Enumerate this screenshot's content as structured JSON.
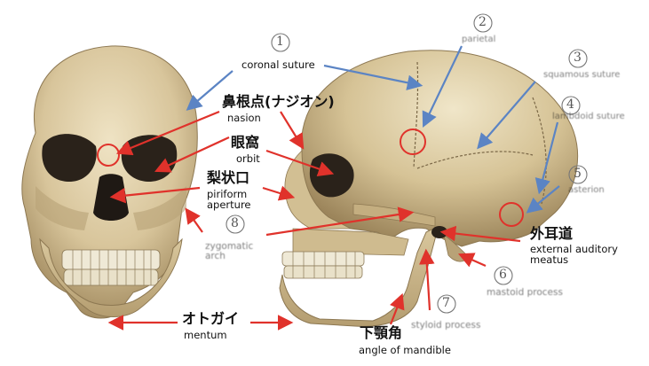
{
  "colors": {
    "bone_light": "#e8d9b4",
    "bone_mid": "#cdb789",
    "bone_dark": "#8a7651",
    "arrow_red": "#e0322b",
    "arrow_blue": "#5b84c4",
    "circle_red": "#e0322b",
    "number_gray": "#666666"
  },
  "numbers": [
    "1",
    "2",
    "3",
    "4",
    "5",
    "6",
    "7",
    "8"
  ],
  "labels": {
    "coronal_suture": "coronal suture",
    "parietal": "parietal",
    "squamous_suture": "squamous suture",
    "lambdoid_suture": "lambdoid suture",
    "asterion": "asterion",
    "nasion_jp": "鼻根点(ナジオン)",
    "nasion_en": "nasion",
    "orbit_jp": "眼窩",
    "orbit_en": "orbit",
    "piriform_jp": "梨状口",
    "piriform_en": "piriform\naperture",
    "zygomatic_en": "zygomatic\narch",
    "ext_auditory_jp": "外耳道",
    "ext_auditory_en": "external auditory\nmeatus",
    "mastoid_en": "mastoid process",
    "styloid_en": "styloid process",
    "mentum_jp": "オトガイ",
    "mentum_en": "mentum",
    "angle_jp": "下顎角",
    "angle_en": "angle of mandible"
  }
}
